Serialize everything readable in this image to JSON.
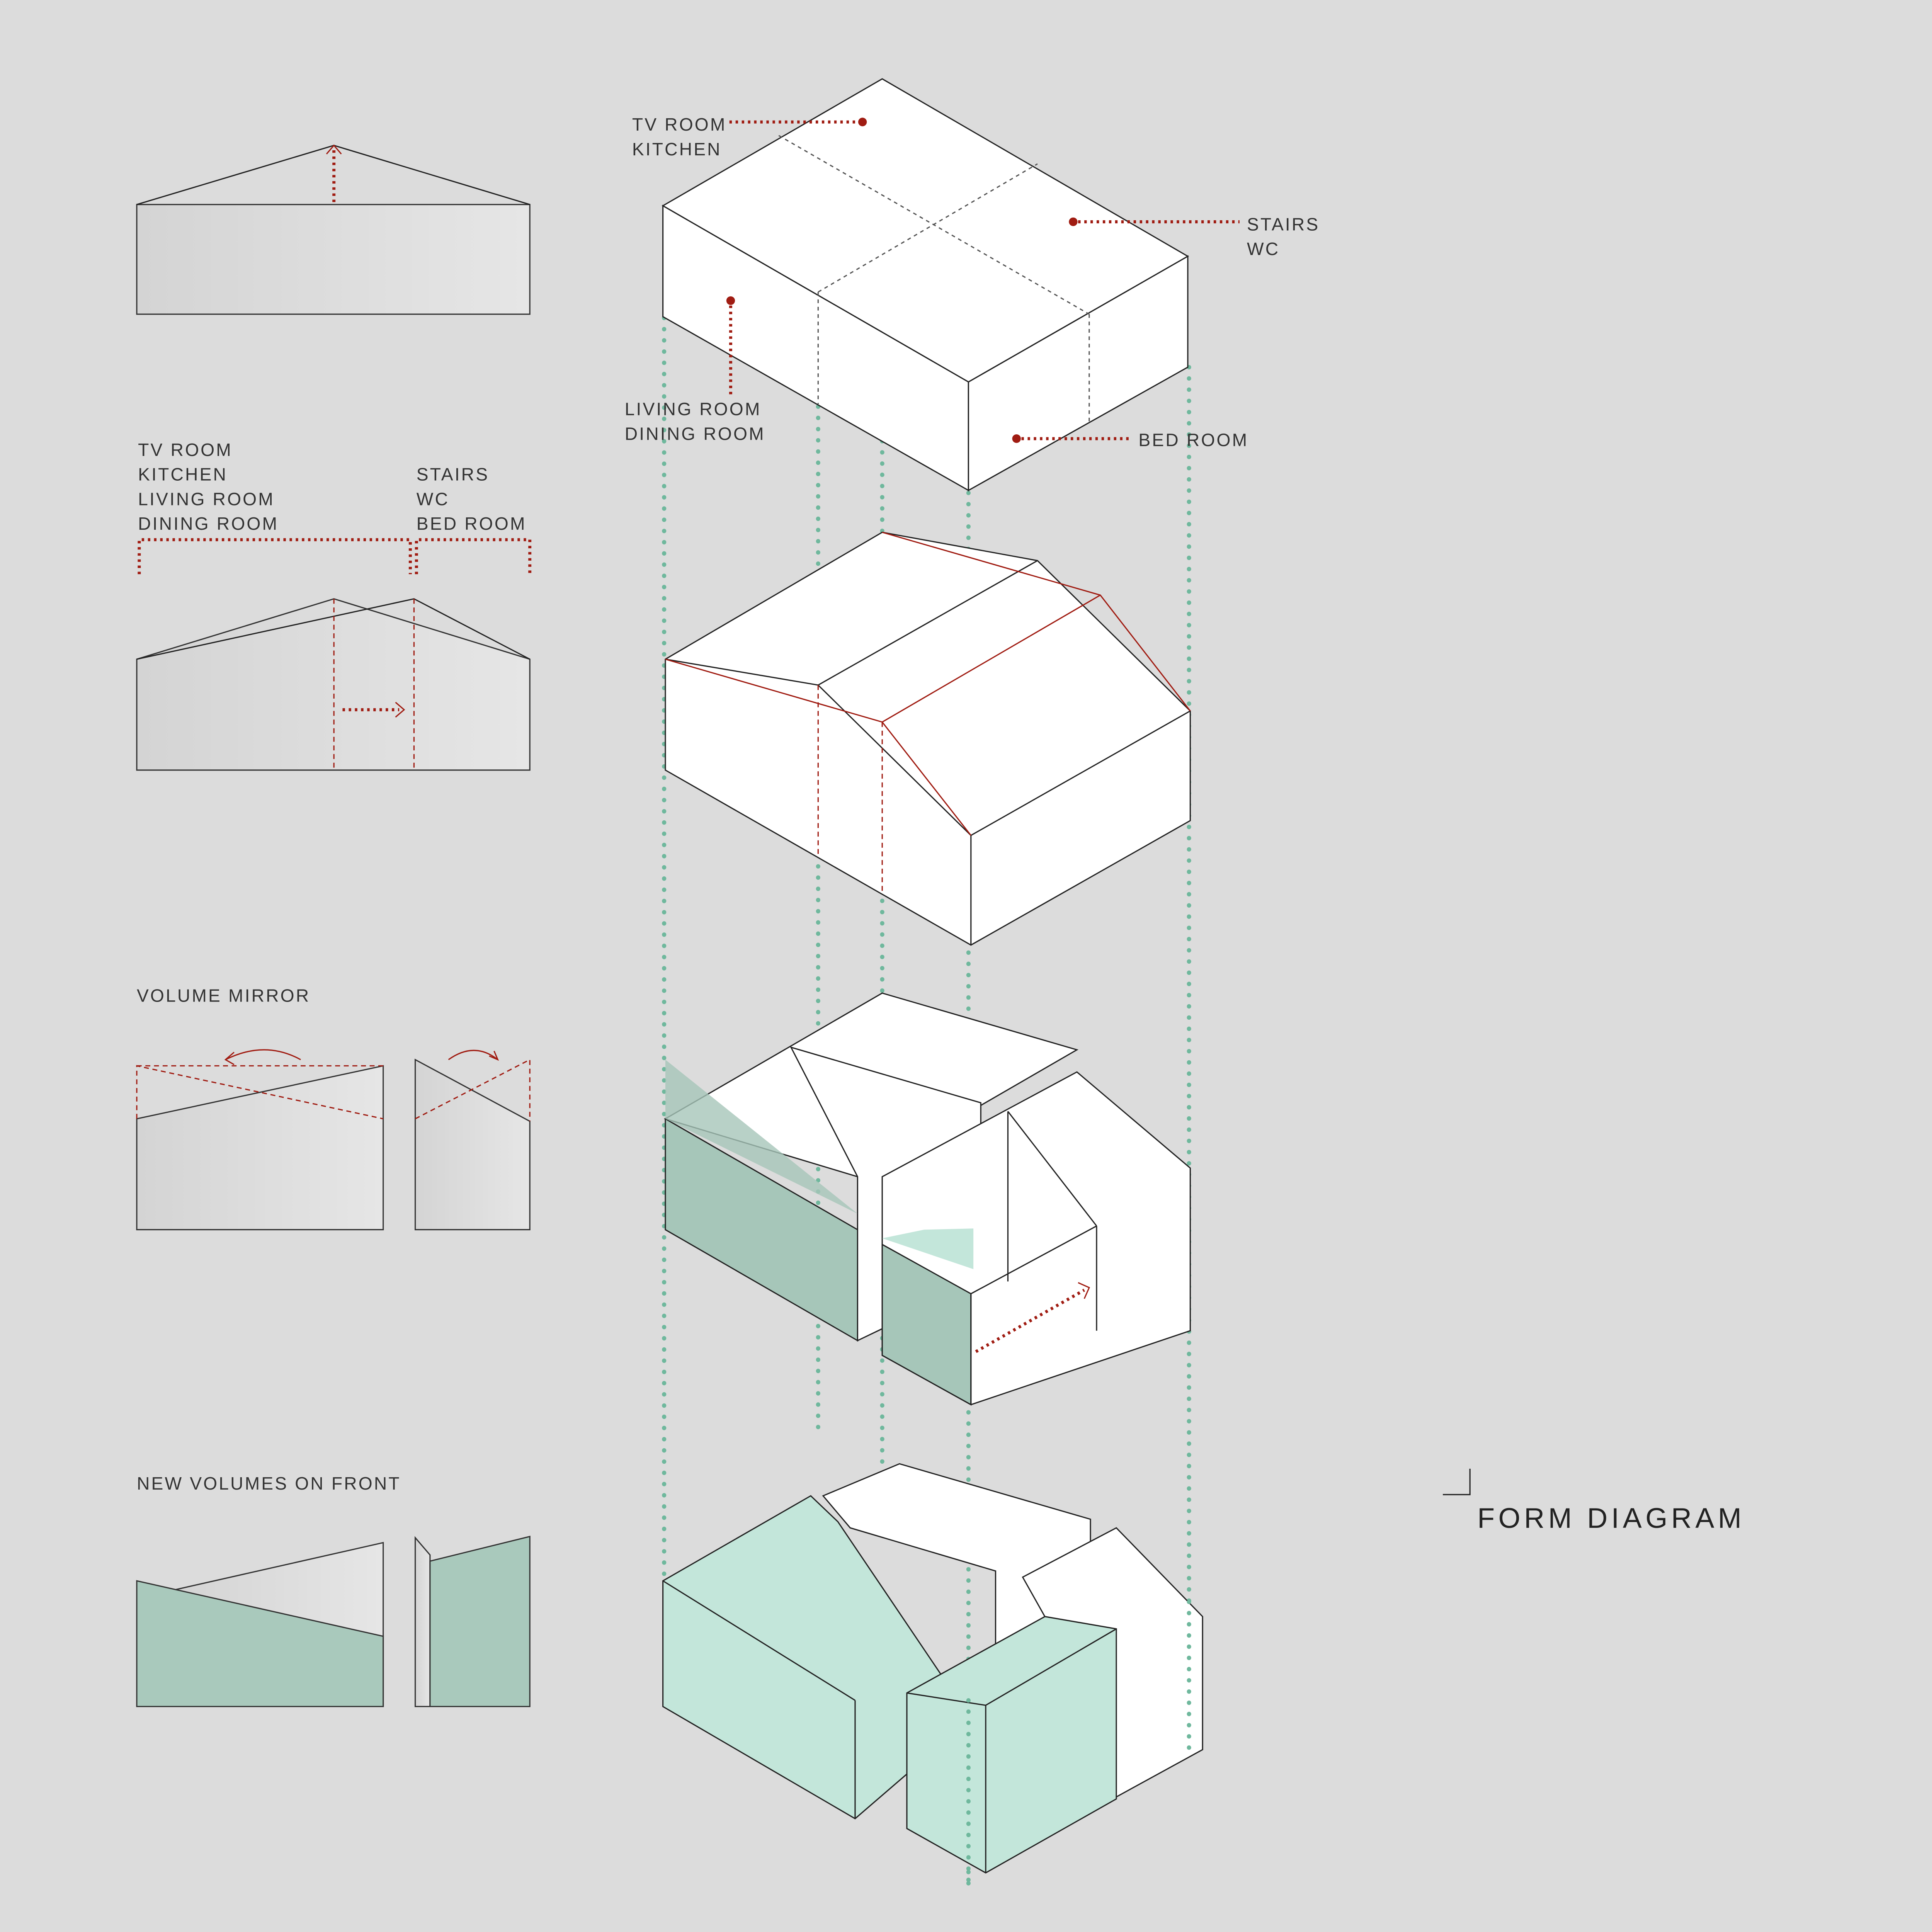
{
  "elevations": {
    "zones_left": [
      "TV ROOM",
      "KITCHEN",
      "LIVING ROOM",
      "DINING ROOM"
    ],
    "zones_right": [
      "STAIRS",
      "WC",
      "BED ROOM"
    ],
    "step3": "VOLUME MIRROR",
    "step4": "NEW VOLUMES ON FRONT"
  },
  "axon": {
    "tv_kitchen": [
      "TV ROOM",
      "KITCHEN"
    ],
    "stairs_wc": [
      "STAIRS",
      "WC"
    ],
    "living_dining": [
      "LIVING ROOM",
      "DINING ROOM"
    ],
    "bed_room": "BED ROOM"
  },
  "title": "FORM DIAGRAM",
  "colors": {
    "accent_red": "#a01c12",
    "teal": "#c3e6da",
    "guide_green": "#6fb89d"
  }
}
